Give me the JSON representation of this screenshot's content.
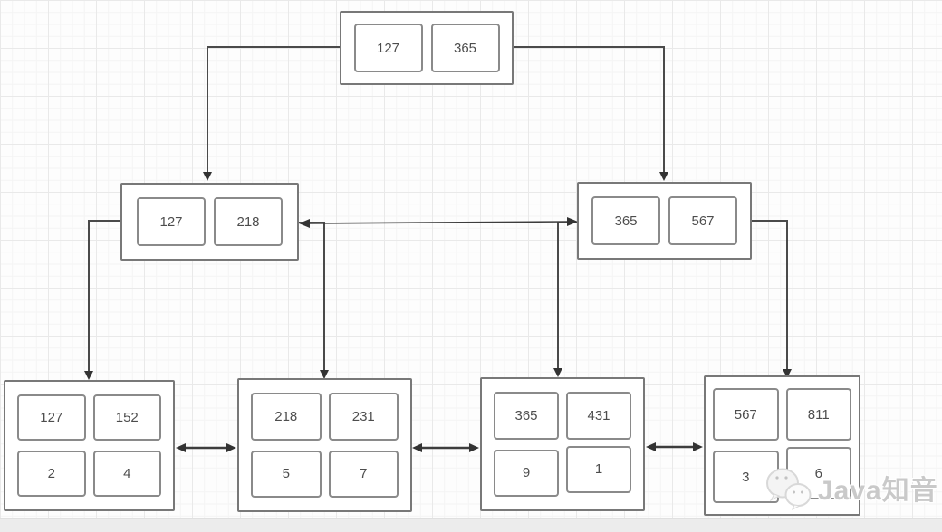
{
  "diagram": {
    "kind": "b-plus-tree",
    "nodes": {
      "root": {
        "keys": [
          "127",
          "365"
        ]
      },
      "internal_left": {
        "keys": [
          "127",
          "218"
        ]
      },
      "internal_right": {
        "keys": [
          "365",
          "567"
        ]
      },
      "leaf_1": {
        "keys": [
          "127",
          "152"
        ],
        "pointers": [
          "2",
          "4"
        ]
      },
      "leaf_2": {
        "keys": [
          "218",
          "231"
        ],
        "pointers": [
          "5",
          "7"
        ]
      },
      "leaf_3": {
        "keys": [
          "365",
          "431"
        ],
        "pointers": [
          "9",
          "1"
        ]
      },
      "leaf_4": {
        "keys": [
          "567",
          "811"
        ],
        "pointers": [
          "3",
          "6"
        ]
      }
    },
    "edges": [
      {
        "from": "root",
        "to": "internal_left",
        "style": "arrow"
      },
      {
        "from": "root",
        "to": "internal_right",
        "style": "arrow"
      },
      {
        "from": "internal_left",
        "to": "internal_right",
        "style": "double-arrow"
      },
      {
        "from": "internal_left",
        "to": "leaf_1",
        "style": "arrow"
      },
      {
        "from": "internal_left",
        "to": "leaf_2",
        "style": "arrow"
      },
      {
        "from": "internal_right",
        "to": "leaf_3",
        "style": "arrow"
      },
      {
        "from": "internal_right",
        "to": "leaf_4",
        "style": "arrow"
      },
      {
        "from": "leaf_1",
        "to": "leaf_2",
        "style": "double-arrow"
      },
      {
        "from": "leaf_2",
        "to": "leaf_3",
        "style": "double-arrow"
      },
      {
        "from": "leaf_3",
        "to": "leaf_4",
        "style": "double-arrow"
      }
    ],
    "colors": {
      "node_border": "#787878",
      "cell_border": "#8a8a8a",
      "connector": "#4a4a4a",
      "text": "#4d4d4d",
      "canvas_grid": "#e9e9e9"
    }
  },
  "watermark": {
    "label": "Java知音",
    "icon": "wechat-icon",
    "color": "#c9c9c9"
  }
}
